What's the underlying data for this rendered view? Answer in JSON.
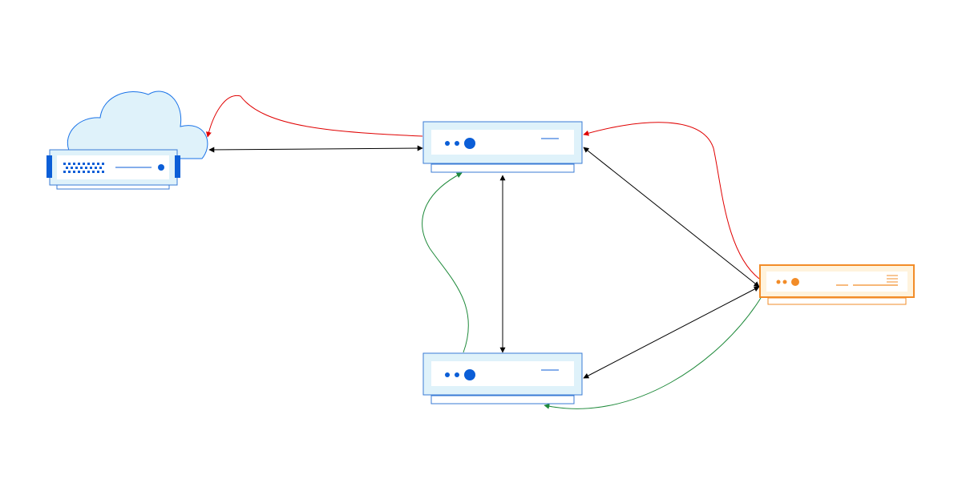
{
  "diagram": {
    "nodes": [
      {
        "id": "cloud-server",
        "kind": "cloud-server-icon",
        "accent": "#0b5ed7",
        "fill": "#dff2fa"
      },
      {
        "id": "server-top",
        "kind": "server-appliance-icon",
        "accent": "#0b5ed7",
        "fill": "#dff2fa"
      },
      {
        "id": "server-bottom",
        "kind": "server-appliance-icon",
        "accent": "#0b5ed7",
        "fill": "#dff2fa"
      },
      {
        "id": "server-orange",
        "kind": "server-appliance-icon",
        "accent": "#f28c28",
        "fill": "#fff3dd"
      }
    ],
    "links": [
      {
        "from": "cloud-server",
        "to": "server-top",
        "color": "#000000",
        "bidirectional": true
      },
      {
        "from": "server-top",
        "to": "server-bottom",
        "color": "#000000",
        "bidirectional": true
      },
      {
        "from": "server-top",
        "to": "server-orange",
        "color": "#000000",
        "bidirectional": true
      },
      {
        "from": "server-bottom",
        "to": "server-orange",
        "color": "#000000",
        "bidirectional": true
      },
      {
        "from": "server-top",
        "to": "cloud-server",
        "color": "#e00000",
        "bidirectional": false
      },
      {
        "from": "server-orange",
        "to": "server-top",
        "color": "#e00000",
        "bidirectional": false
      },
      {
        "from": "server-bottom",
        "to": "server-top",
        "color": "#1f8a3b",
        "bidirectional": false
      },
      {
        "from": "server-orange",
        "to": "server-bottom",
        "color": "#1f8a3b",
        "bidirectional": false
      }
    ]
  }
}
